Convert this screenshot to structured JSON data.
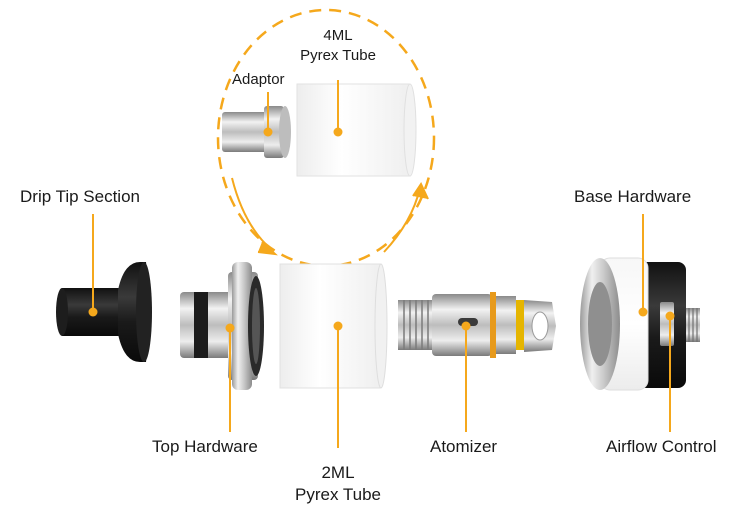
{
  "labels": {
    "drip_tip": "Drip Tip Section",
    "top_hardware": "Top Hardware",
    "pyrex_2ml_line1": "2ML",
    "pyrex_2ml_line2": "Pyrex Tube",
    "pyrex_4ml_line1": "4ML",
    "pyrex_4ml_line2": "Pyrex Tube",
    "adaptor": "Adaptor",
    "atomizer": "Atomizer",
    "base_hardware": "Base Hardware",
    "airflow_control": "Airflow Control"
  },
  "colors": {
    "accent": "#f5a81c",
    "text": "#1a1a1a",
    "metal_dark": "#6b6b6b",
    "metal_light": "#e6e6e6",
    "black_part": "#1c1c1c",
    "glass": "#f4f4f4"
  }
}
